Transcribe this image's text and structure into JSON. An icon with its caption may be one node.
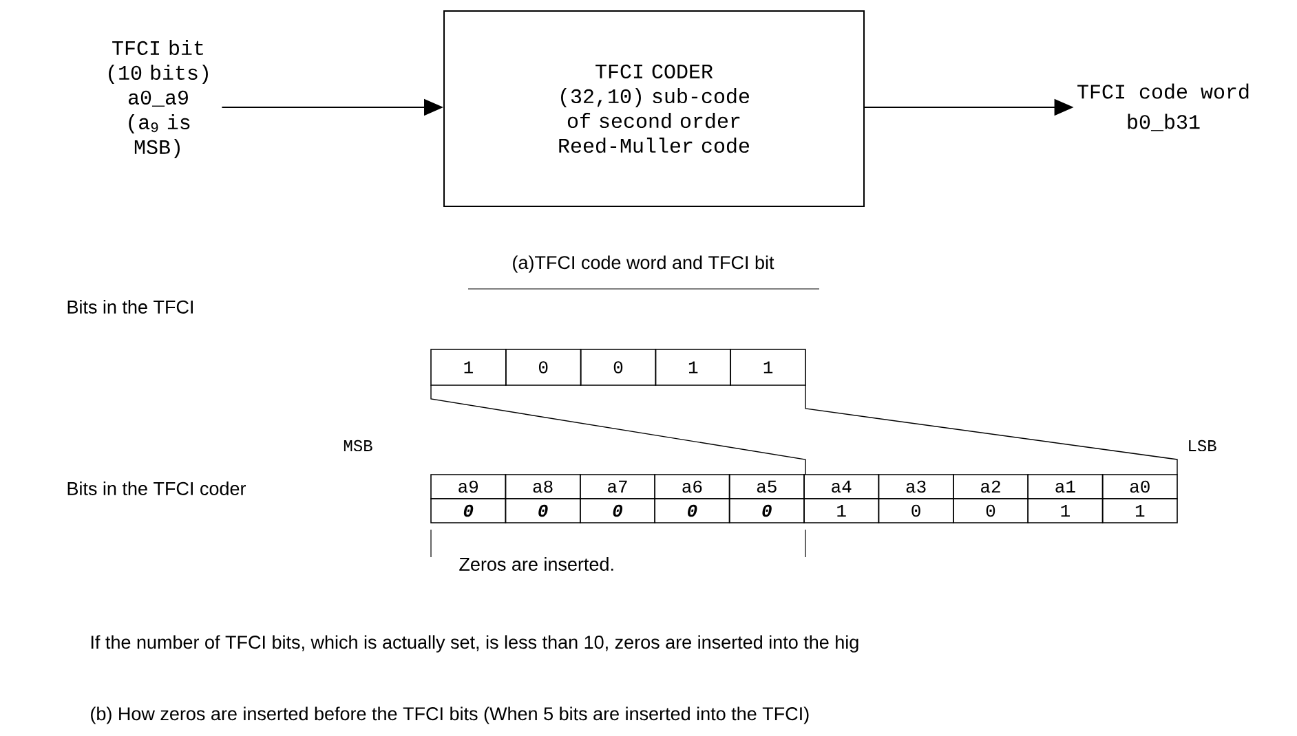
{
  "diagram": {
    "nodes": [
      {
        "text": [
          "TFCI bit (10 bits) a0_a9",
          "(a$_{9}$ is MSB)"
        ]
      },
      {
        "text": [
          "TFCI CODER",
          "(32,10) sub-code of second order Reed-Muller code"
        ]
      },
      {
        "text": [
          "TFCI code word",
          "b0_b31"
        ]
      }
    ],
    "edges": [
      {
        "from": 0,
        "to": 1,
        "arrow": "to"
      },
      {
        "from": 1,
        "to": 2,
        "arrow": "to"
      }
    ],
    "labels": [
      "(a)TFCI code word and TFCI bit",
      "Bits in the TFCI",
      "1",
      "0",
      "0",
      "1",
      "1",
      "MSB",
      "LSB",
      "Bits in the TFCI coder",
      "a9",
      "a8",
      "a7",
      "a6",
      "a5",
      "a4",
      "a3",
      "a2",
      "a1",
      "a0",
      "0",
      "0",
      "0",
      "0",
      "0",
      "1",
      "0",
      "0",
      "1",
      "1",
      "Zeros are inserted.",
      "If the number of TFCI bits, which is actually set, is less than 10, zeros are inserted into the hig"
    ],
    "caption": "(b) How zeros are inserted before the TFCI bits (When 5 bits are inserted into the TFCI)"
  }
}
